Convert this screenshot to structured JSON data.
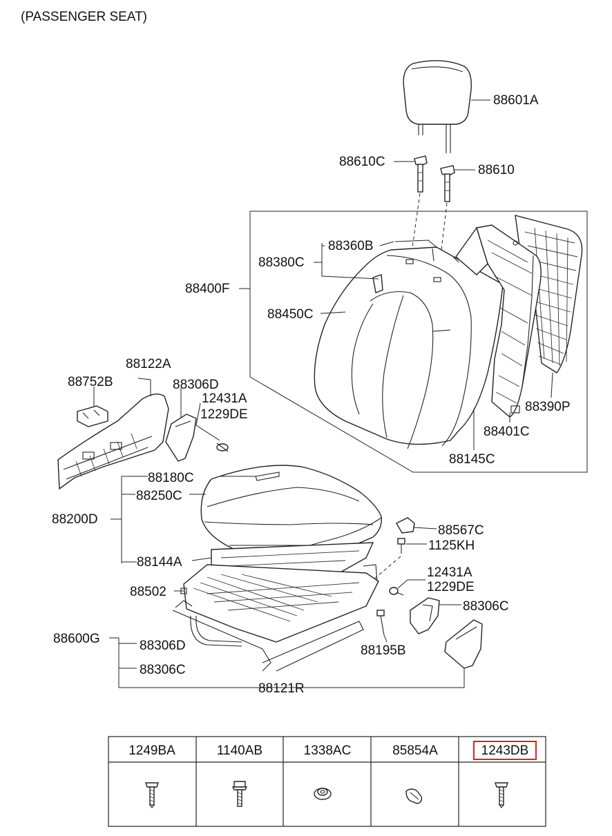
{
  "title": "(PASSENGER SEAT)",
  "callouts": {
    "c88601A": "88601A",
    "c88610C": "88610C",
    "c88610": "88610",
    "c88360B": "88360B",
    "c88380C": "88380C",
    "c88400F": "88400F",
    "c88450C": "88450C",
    "c88390P": "88390P",
    "c88401C": "88401C",
    "c88145C": "88145C",
    "c88122A": "88122A",
    "c88752B": "88752B",
    "c88306D_top": "88306D",
    "c12431A_top": "12431A",
    "c1229DE_top": "1229DE",
    "c88180C": "88180C",
    "c88250C": "88250C",
    "c88200D": "88200D",
    "c88144A": "88144A",
    "c88567C": "88567C",
    "c1125KH": "1125KH",
    "c12431A_mid": "12431A",
    "c1229DE_mid": "1229DE",
    "c88306C_mid": "88306C",
    "c88502": "88502",
    "c88600G": "88600G",
    "c88306D_low": "88306D",
    "c88306C_low": "88306C",
    "c88195B": "88195B",
    "c88121R": "88121R"
  },
  "parts_table": {
    "columns": [
      "1249BA",
      "1140AB",
      "1338AC",
      "85854A",
      "1243DB"
    ],
    "icons": [
      "screw-icon",
      "bolt-icon",
      "nut-icon",
      "clip-icon",
      "screw-icon"
    ],
    "highlighted": "1243DB",
    "highlight_color": "#e02020"
  }
}
